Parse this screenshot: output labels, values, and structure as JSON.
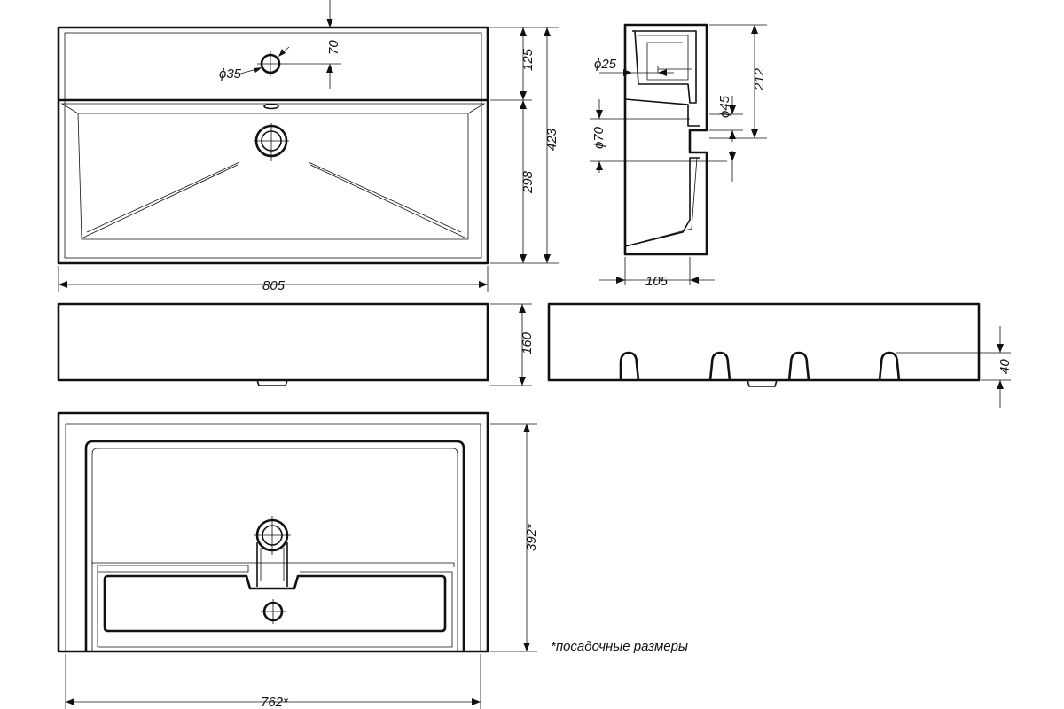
{
  "dimensions": {
    "top_width": "805",
    "top_depth": "423",
    "top_back_depth": "125",
    "top_bowl_depth": "298",
    "tap_hole_offset": "70",
    "tap_hole_diameter": "ϕ35",
    "side_overflow_diameter": "ϕ25",
    "side_drain_diameter": "ϕ45",
    "side_outlet_diameter": "ϕ70",
    "side_height": "212",
    "side_depth": "105",
    "front_height": "160",
    "rear_bracket_height": "40",
    "bottom_height": "392*",
    "bottom_width": "762*"
  },
  "note": "*посадочные размеры"
}
